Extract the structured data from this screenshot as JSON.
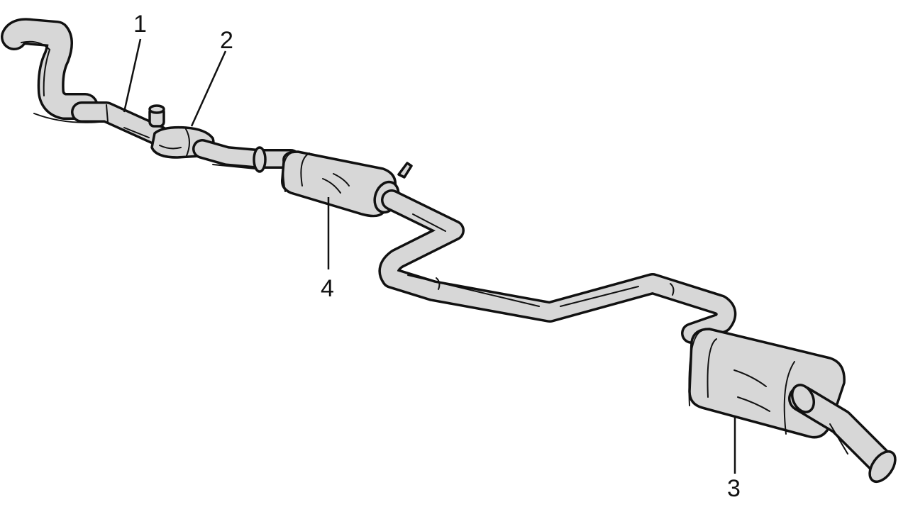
{
  "diagram": {
    "callouts": [
      {
        "id": "front-pipe",
        "label": "1"
      },
      {
        "id": "catalytic-converter",
        "label": "2"
      },
      {
        "id": "rear-muffler",
        "label": "3"
      },
      {
        "id": "center-muffler",
        "label": "4"
      }
    ]
  },
  "colors": {
    "metal": "#d7d7d7",
    "line": "#111111",
    "background": "#ffffff"
  }
}
